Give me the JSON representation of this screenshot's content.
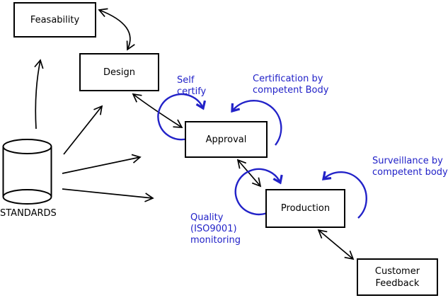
{
  "diagram": {
    "background": "#ffffff",
    "line_color": "#000000",
    "annotation_color": "#2222c8",
    "nodes": [
      {
        "id": "feasability",
        "lines": [
          "Feasability"
        ]
      },
      {
        "id": "design",
        "lines": [
          "Design"
        ]
      },
      {
        "id": "approval",
        "lines": [
          "Approval"
        ]
      },
      {
        "id": "production",
        "lines": [
          "Production"
        ]
      },
      {
        "id": "customer-feedback",
        "lines": [
          "Customer",
          "Feedback"
        ]
      }
    ],
    "datastore": {
      "id": "standards",
      "shape": "cylinder",
      "label": "STANDARDS"
    },
    "annotations": [
      {
        "id": "self-certify",
        "lines": [
          "Self",
          "certify"
        ]
      },
      {
        "id": "certification",
        "lines": [
          "Certification by",
          "competent Body"
        ]
      },
      {
        "id": "surveillance",
        "lines": [
          "Surveillance by",
          "competent body"
        ]
      },
      {
        "id": "quality-monitoring",
        "lines": [
          "Quality",
          "(ISO9001)",
          "monitoring"
        ]
      }
    ],
    "edges": [
      {
        "from": "Feasability",
        "to": "Design",
        "style": "double-arrow"
      },
      {
        "from": "Design",
        "to": "Approval",
        "style": "double-arrow"
      },
      {
        "from": "Approval",
        "to": "Production",
        "style": "double-arrow"
      },
      {
        "from": "Production",
        "to": "Customer Feedback",
        "style": "double-arrow"
      },
      {
        "from": "STANDARDS",
        "to": "Feasability",
        "style": "arrow"
      },
      {
        "from": "STANDARDS",
        "to": "Design",
        "style": "arrow"
      },
      {
        "from": "STANDARDS",
        "to": "Approval",
        "style": "arrow"
      },
      {
        "from": "STANDARDS",
        "to": "Production",
        "style": "arrow"
      },
      {
        "on": "Approval",
        "style": "self-loop",
        "label": "Self certify"
      },
      {
        "on": "Approval",
        "style": "self-loop",
        "label": "Certification by competent Body"
      },
      {
        "on": "Production",
        "style": "self-loop",
        "label": "Quality (ISO9001) monitoring"
      },
      {
        "on": "Production",
        "style": "self-loop",
        "label": "Surveillance by competent body"
      }
    ]
  }
}
